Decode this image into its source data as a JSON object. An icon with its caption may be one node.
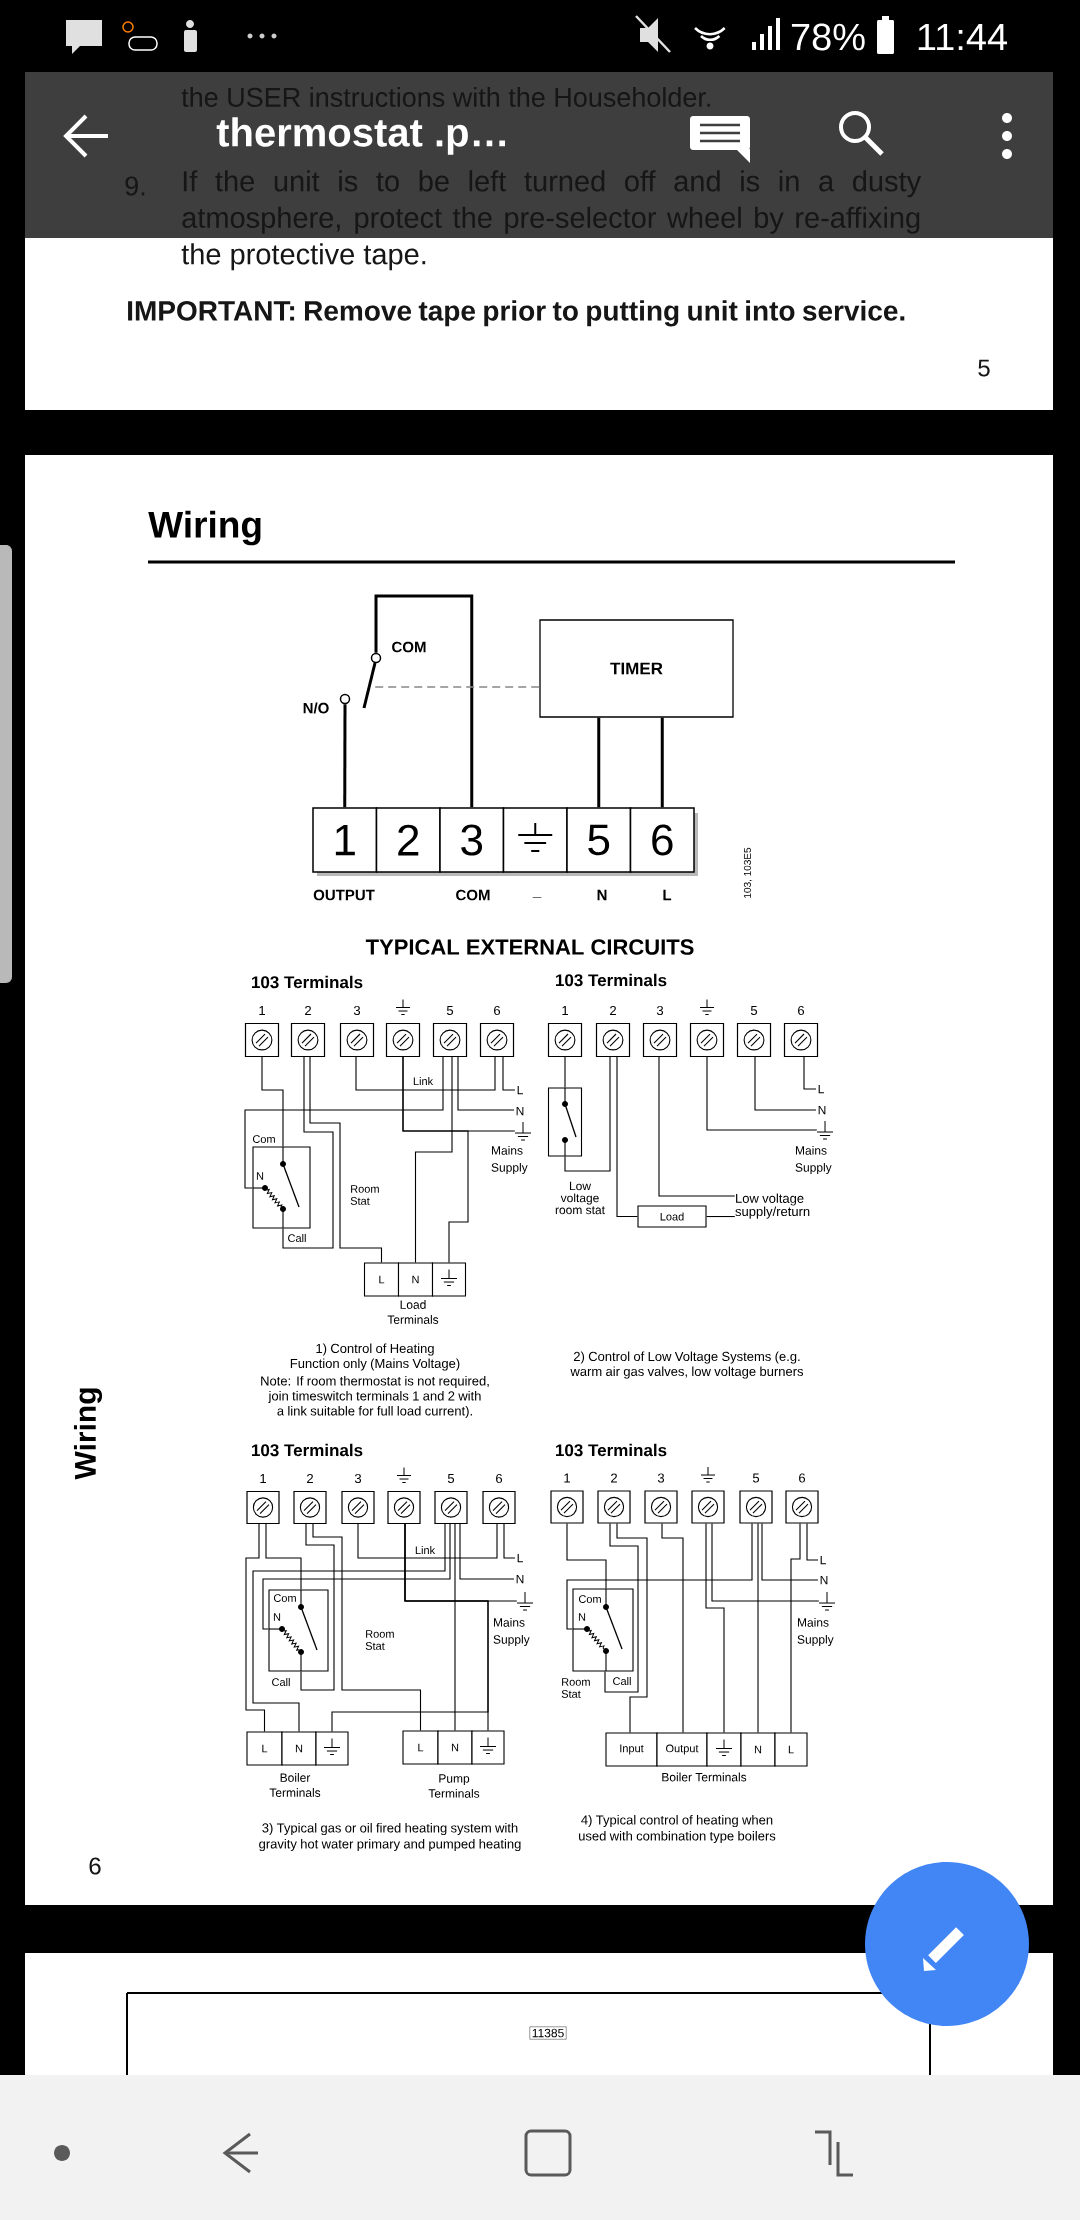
{
  "diagram": {
    "title": "Wiring",
    "nodes": [
      {
        "text": [
          "1"
        ],
        "beside": [
          "OUTPUT"
        ]
      },
      {
        "text": [
          "2"
        ]
      },
      {
        "text": [
          "3"
        ],
        "beside": [
          "COM"
        ]
      },
      {
        "text": [],
        "shape": "box",
        "beside": [
          "_"
        ]
      },
      {
        "text": [
          "5"
        ],
        "beside": [
          "N"
        ]
      },
      {
        "text": [
          "6"
        ],
        "beside": [
          "L"
        ]
      },
      {
        "text": [
          "N/O"
        ]
      },
      {
        "text": [
          "COM"
        ]
      },
      {
        "text": [
          "TIMER"
        ]
      },
      {
        "text": [
          "1"
        ]
      },
      {
        "text": [
          "2"
        ]
      },
      {
        "text": [
          "3"
        ]
      },
      {
        "text": [],
        "shape": "box"
      },
      {
        "text": [
          "5"
        ]
      },
      {
        "text": [
          "6"
        ]
      },
      {
        "text": [
          "Com",
          "N",
          "Call"
        ],
        "beside": [
          "Room Stat"
        ]
      },
      {
        "text": [
          "L"
        ]
      },
      {
        "text": [
          "N"
        ]
      },
      {
        "text": [],
        "shape": "box"
      },
      {
        "text": [
          "L"
        ]
      },
      {
        "text": [
          "N"
        ]
      },
      {
        "text": [],
        "shape": "earth"
      },
      {
        "text": [
          "1"
        ]
      },
      {
        "text": [
          "2"
        ]
      },
      {
        "text": [
          "3"
        ]
      },
      {
        "text": [],
        "shape": "box"
      },
      {
        "text": [
          "5"
        ]
      },
      {
        "text": [
          "6"
        ]
      },
      {
        "text": [],
        "shape": "box",
        "beside": [
          "Low voltage room stat"
        ]
      },
      {
        "text": [
          "Load"
        ]
      },
      {
        "text": [
          "Low voltage supply/return"
        ]
      },
      {
        "text": [
          "L"
        ]
      },
      {
        "text": [
          "N"
        ]
      },
      {
        "text": [],
        "shape": "earth"
      },
      {
        "text": [
          "1"
        ]
      },
      {
        "text": [
          "2"
        ]
      },
      {
        "text": [
          "3"
        ]
      },
      {
        "text": [],
        "shape": "box"
      },
      {
        "text": [
          "5"
        ]
      },
      {
        "text": [
          "6"
        ]
      },
      {
        "text": [
          "Com",
          "N",
          "Call"
        ],
        "beside": [
          "Room Stat"
        ]
      },
      {
        "text": [
          "L"
        ]
      },
      {
        "text": [
          "N"
        ]
      },
      {
        "text": [],
        "shape": "box"
      },
      {
        "text": [
          "L"
        ]
      },
      {
        "text": [
          "N"
        ]
      },
      {
        "text": [],
        "shape": "box"
      },
      {
        "text": [
          "L"
        ]
      },
      {
        "text": [
          "N"
        ]
      },
      {
        "text": [],
        "shape": "earth"
      },
      {
        "text": [
          "1"
        ]
      },
      {
        "text": [
          "2"
        ]
      },
      {
        "text": [
          "3"
        ]
      },
      {
        "text": [],
        "shape": "box"
      },
      {
        "text": [
          "5"
        ]
      },
      {
        "text": [
          "6"
        ]
      },
      {
        "text": [
          "Com",
          "N",
          "Call"
        ],
        "beside": [
          "Room Stat"
        ]
      },
      {
        "text": [
          "Input"
        ]
      },
      {
        "text": [
          "Output"
        ]
      },
      {
        "text": [],
        "shape": "box"
      },
      {
        "text": [
          "N"
        ]
      },
      {
        "text": [
          "L"
        ]
      },
      {
        "text": [
          "L"
        ]
      },
      {
        "text": [
          "N"
        ]
      },
      {
        "text": [],
        "shape": "earth"
      },
      {
        "text": [],
        "shape": "lever"
      }
    ],
    "edges": [
      {
        "from": 0,
        "to": 6,
        "arrow": "none"
      },
      {
        "from": 7,
        "to": 2,
        "arrow": "none"
      },
      {
        "from": 8,
        "to": 4,
        "arrow": "none"
      },
      {
        "from": 8,
        "to": 5,
        "arrow": "none"
      },
      {
        "from": 65,
        "to": 8,
        "arrow": "none",
        "style": "dashed",
        "color": "#888888"
      },
      {
        "from": 9,
        "to": 15,
        "arrow": "none"
      },
      {
        "from": 10,
        "to": 15,
        "arrow": "none"
      },
      {
        "from": 10,
        "to": 16,
        "arrow": "none"
      },
      {
        "from": 11,
        "to": 14,
        "arrow": "none",
        "label": "Link"
      },
      {
        "from": 12,
        "to": 21,
        "arrow": "none"
      },
      {
        "from": 12,
        "to": 18,
        "arrow": "none"
      },
      {
        "from": 13,
        "to": 15,
        "arrow": "none"
      },
      {
        "from": 13,
        "to": 17,
        "arrow": "none"
      },
      {
        "from": 13,
        "to": 20,
        "arrow": "none"
      },
      {
        "from": 14,
        "to": 19,
        "arrow": "none"
      },
      {
        "from": 22,
        "to": 28,
        "arrow": "none"
      },
      {
        "from": 23,
        "to": 28,
        "arrow": "none"
      },
      {
        "from": 23,
        "to": 29,
        "arrow": "none"
      },
      {
        "from": 24,
        "to": 30,
        "arrow": "none"
      },
      {
        "from": 29,
        "to": 30,
        "arrow": "none"
      },
      {
        "from": 25,
        "to": 33,
        "arrow": "none"
      },
      {
        "from": 26,
        "to": 32,
        "arrow": "none"
      },
      {
        "from": 27,
        "to": 31,
        "arrow": "none"
      },
      {
        "from": 34,
        "to": 41,
        "arrow": "none"
      },
      {
        "from": 34,
        "to": 40,
        "arrow": "none"
      },
      {
        "from": 35,
        "to": 40,
        "arrow": "none"
      },
      {
        "from": 35,
        "to": 44,
        "arrow": "none"
      },
      {
        "from": 36,
        "to": 39,
        "arrow": "none",
        "label": "Link"
      },
      {
        "from": 37,
        "to": 49,
        "arrow": "none"
      },
      {
        "from": 37,
        "to": 46,
        "arrow": "none"
      },
      {
        "from": 37,
        "to": 43,
        "arrow": "none"
      },
      {
        "from": 38,
        "to": 42,
        "arrow": "none"
      },
      {
        "from": 38,
        "to": 40,
        "arrow": "none"
      },
      {
        "from": 38,
        "to": 45,
        "arrow": "none"
      },
      {
        "from": 38,
        "to": 48,
        "arrow": "none"
      },
      {
        "from": 39,
        "to": 47,
        "arrow": "none"
      },
      {
        "from": 50,
        "to": 56,
        "arrow": "none"
      },
      {
        "from": 51,
        "to": 56,
        "arrow": "none"
      },
      {
        "from": 51,
        "to": 57,
        "arrow": "none"
      },
      {
        "from": 52,
        "to": 58,
        "arrow": "none"
      },
      {
        "from": 53,
        "to": 59,
        "arrow": "none"
      },
      {
        "from": 53,
        "to": 64,
        "arrow": "none"
      },
      {
        "from": 54,
        "to": 56,
        "arrow": "none"
      },
      {
        "from": 54,
        "to": 60,
        "arrow": "none"
      },
      {
        "from": 54,
        "to": 63,
        "arrow": "none"
      },
      {
        "from": 55,
        "to": 62,
        "arrow": "none"
      },
      {
        "from": 55,
        "to": 61,
        "arrow": "none"
      }
    ],
    "labels": [
      "78%",
      "11:44",
      "thermostat .p…",
      "the USER instructions with the Householder.",
      "9.",
      "If the unit is to be left turned off and is in a dusty atmosphere, protect the pre-selector wheel by re-affixing the protective tape.",
      "IMPORTANT: Remove tape prior to putting unit into service.",
      "5",
      "103, 103E5",
      "TYPICAL EXTERNAL CIRCUITS",
      "103 Terminals",
      "103 Terminals",
      "Mains Supply",
      "Mains Supply",
      "Load Terminals",
      "1) Control of Heating Function only (Mains Voltage)",
      "Note: If room thermostat is not required, join timeswitch terminals 1 and 2 with a link suitable for full load current).",
      "2) Control of Low Voltage Systems (e.g. warm air gas valves, low voltage burners",
      "Wiring",
      "103 Terminals",
      "103 Terminals",
      "Mains Supply",
      "Mains Supply",
      "Boiler Terminals",
      "Pump Terminals",
      "Boiler Terminals",
      "3) Typical gas or oil fired heating system with gravity hot water primary and pumped heating",
      "4) Typical control of heating when used with combination type boilers",
      "6",
      "11385"
    ]
  }
}
